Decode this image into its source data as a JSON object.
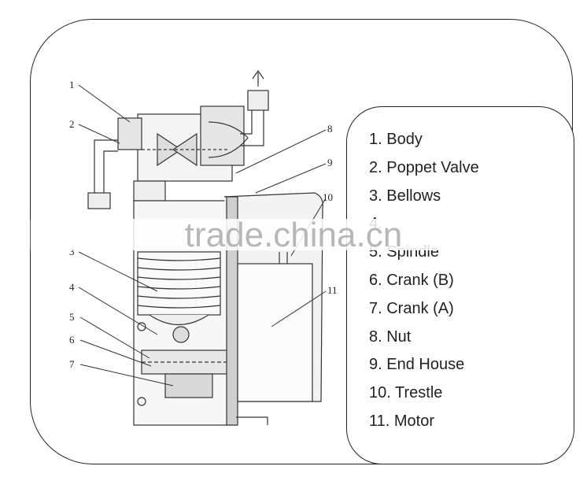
{
  "legend": {
    "items": [
      "1. Body",
      "2. Poppet Valve",
      "3. Bellows",
      "4. ",
      "5. Spindle",
      "6. Crank (B)",
      "7. Crank (A)",
      "8. Nut",
      "9. End House",
      "10. Trestle",
      "11. Motor"
    ]
  },
  "diagram": {
    "callouts": [
      "1",
      "2",
      "3",
      "4",
      "5",
      "6",
      "7",
      "8",
      "9",
      "10",
      "11"
    ]
  },
  "watermark": "trade.china.cn"
}
